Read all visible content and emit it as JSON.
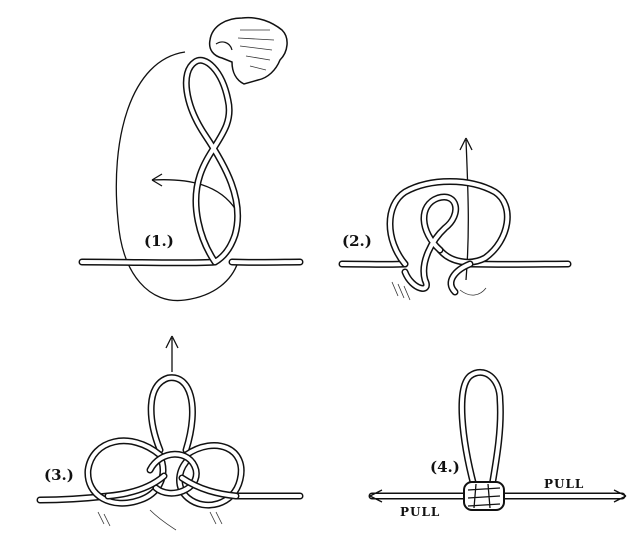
{
  "steps": [
    {
      "label": "(1.)"
    },
    {
      "label": "(2.)"
    },
    {
      "label": "(3.)"
    },
    {
      "label": "(4.)"
    }
  ],
  "pull_labels": {
    "right": "PULL",
    "left": "PULL"
  }
}
